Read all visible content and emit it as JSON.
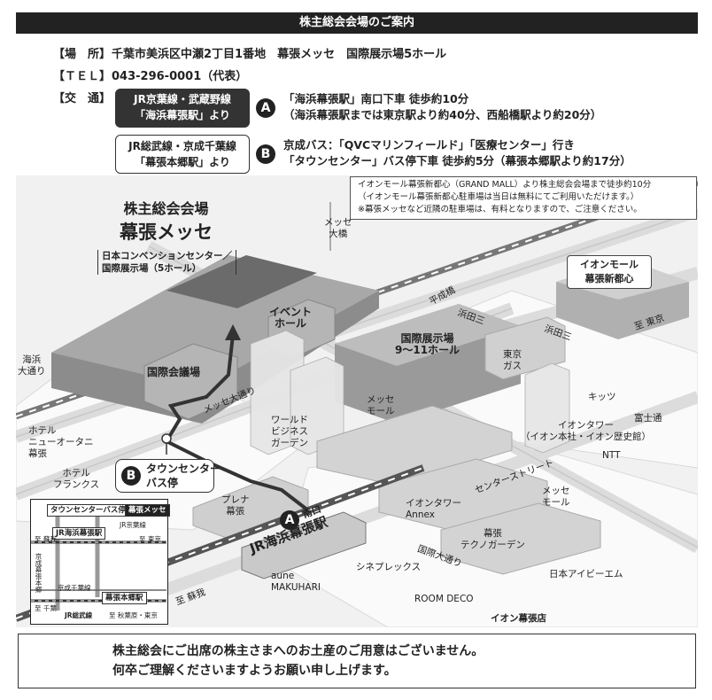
{
  "header": {
    "title": "株主総会会場のご案内"
  },
  "info": {
    "place_key": "【場　所】",
    "place_val": "千葉市美浜区中瀬2丁目1番地　幕張メッセ　国際展示場5ホール",
    "tel_key": "【ＴＥＬ】",
    "tel_val": "043-296-0001（代表）",
    "access_key": "【交　通】"
  },
  "routes": {
    "a_box_l1": "JR京葉線・武蔵野線",
    "a_box_l2": "「海浜幕張駅」より",
    "a_marker": "A",
    "a_text_l1": "「海浜幕張駅」南口下車 徒歩約10分",
    "a_text_l2": "（海浜幕張駅までは東京駅より約40分、西船橋駅より約20分）",
    "b_box_l1": "JR総武線・京成千葉線",
    "b_box_l2": "「幕張本郷駅」より",
    "b_marker": "B",
    "b_text_l1": "京成バス：「QVCマリンフィールド」「医療センター」行き",
    "b_text_l2": "「タウンセンター」バス停下車 徒歩約5分（幕張本郷駅より約17分）"
  },
  "note": {
    "l1": "イオンモール幕張新都心（GRAND MALL）より株主総会会場まで徒歩約10分",
    "l2": "（イオンモール幕張新都心駐車場は当日は無料にてご利用いただけます。）",
    "l3": "※幕張メッセなど近隣の駐車場は、有料となりますので、ご注意ください。"
  },
  "map": {
    "venue_l1": "株主総会会場",
    "venue_l2": "幕張メッセ",
    "venue_sub_l1": "日本コンベンションセンター／",
    "venue_sub_l2": "国際展示場（5ホール）",
    "aeon_mall_l1": "イオンモール",
    "aeon_mall_l2": "幕張新都心",
    "event_hall_l1": "イベント",
    "event_hall_l2": "ホール",
    "intl_expo_l1": "国際展示場",
    "intl_expo_l2": "9〜11ホール",
    "kokusai_kaigijo": "国際会議場",
    "messe_ohashi_l1": "メッセ",
    "messe_ohashi_l2": "大橋",
    "hiragabashi": "平成橋",
    "hamada_sancho_1": "浜田三",
    "hamada_sancho_2": "浜田三",
    "to_tokyo": "至 東京",
    "hamakaigan_l1": "海浜",
    "hamakaigan_l2": "大通り",
    "messe_odori": "メッセ大通り",
    "tokyo_gas_l1": "東京",
    "tokyo_gas_l2": "ガス",
    "messe_mall_l1": "メッセ",
    "messe_mall_l2": "モール",
    "kids": "キッツ",
    "fujitsu": "富士通",
    "world_biz_l1": "ワールド",
    "world_biz_l2": "ビジネス",
    "world_biz_l3": "ガーデン",
    "aeon_tower_l1": "イオンタワー",
    "aeon_tower_l2": "（イオン本社・イオン歴史館）",
    "ntt": "NTT",
    "hotel_newotani_l1": "ホテル",
    "hotel_newotani_l2": "ニューオータニ",
    "hotel_newotani_l3": "幕張",
    "hotel_franks_l1": "ホテル",
    "hotel_franks_l2": "フランクス",
    "center_street": "センターストリート",
    "messe_mall2_l1": "メッセ",
    "messe_mall2_l2": "モール",
    "aeon_tower_annex_l1": "イオンタワー",
    "aeon_tower_annex_l2": "Annex",
    "prena_l1": "プレナ",
    "prena_l2": "幕張",
    "station_name": "JR海浜幕張駅",
    "south_exit": "南口",
    "techno_garden_l1": "幕張",
    "techno_garden_l2": "テクノガーデン",
    "kokusai_odori": "国際大通り",
    "cineplex": "シネプレックス",
    "japan_ibm": "日本アイビーエム",
    "aune_l1": "aune",
    "aune_l2": "MAKUHARI",
    "room_deco": "ROOM DECO",
    "aeon_makuhari": "イオン幕張店",
    "to_soga": "至 蘇我",
    "bus_marker": "B",
    "bus_l1": "タウンセンター",
    "bus_l2": "バス停",
    "station_marker": "A"
  },
  "inset": {
    "town_center": "タウンセンターバス停",
    "messe": "幕張メッセ",
    "jr_kaihin": "JR海浜幕張駅",
    "keiyo": "JR京葉線",
    "to_soga": "至 蘇我",
    "to_tokyo": "至 東京",
    "keisei_chiba": "京成千葉線",
    "hongo": "幕張本郷駅",
    "to_chiba": "至 千葉",
    "sobu": "JR総武線",
    "to_akiba": "至 秋葉原・東京",
    "keisei_makuhari": "京成幕張本郷"
  },
  "footer": {
    "l1": "株主総会にご出席の株主さまへのお土産のご用意はございません。",
    "l2": "何卒ご理解くださいますようお願い申し上げます。"
  }
}
